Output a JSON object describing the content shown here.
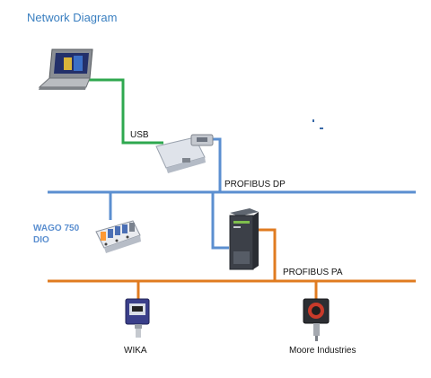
{
  "title": "Network Diagram",
  "labels": {
    "usb": "USB",
    "profibus_dp": "PROFIBUS DP",
    "wago_line1": "WAGO 750",
    "wago_line2": "DIO",
    "profibus_pa": "PROFIBUS PA",
    "wika": "WIKA",
    "moore": "Moore Industries"
  },
  "colors": {
    "title": "#3a7fc0",
    "usb_cable": "#2fa84f",
    "profibus_dp": "#5b8fd0",
    "profibus_pa": "#e07b20",
    "wago_label": "#5b8fd0",
    "text": "#111111"
  },
  "icons": [
    "laptop-icon",
    "usb-adapter-icon",
    "wago-io-module-icon",
    "plc-module-icon",
    "wika-transmitter-icon",
    "moore-transmitter-icon"
  ]
}
